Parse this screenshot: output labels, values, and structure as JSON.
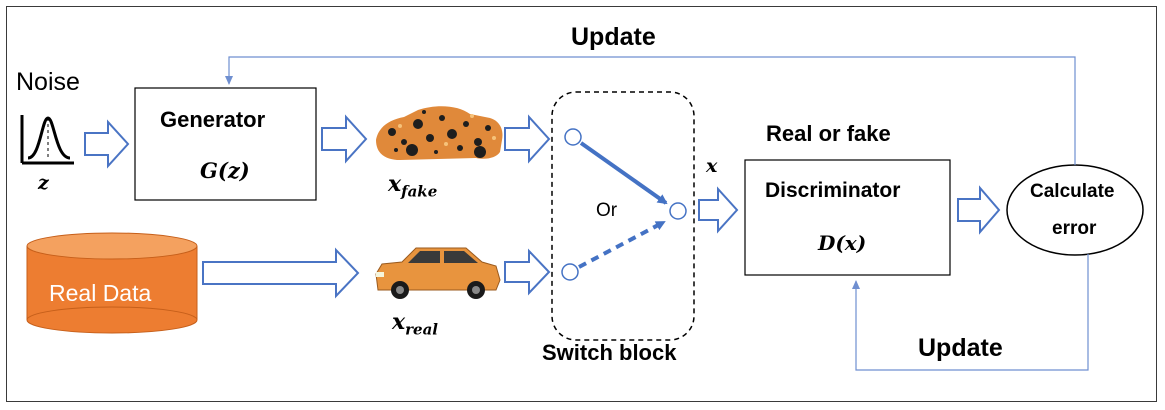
{
  "labels": {
    "noise": "Noise",
    "z": "z",
    "generator": "Generator",
    "g_of_z": "G(z)",
    "x_fake_base": "x",
    "x_fake_sub": "fake",
    "x_real_base": "x",
    "x_real_sub": "real",
    "real_data": "Real Data",
    "or": "Or",
    "x": "x",
    "switch_block": "Switch block",
    "real_or_fake": "Real or fake",
    "discriminator": "Discriminator",
    "d_of_x": "D(x)",
    "calculate": "Calculate",
    "error": "error",
    "update_top": "Update",
    "update_bottom": "Update"
  },
  "colors": {
    "arrow_stroke": "#4a74c4",
    "arrow_fill": "#ffffff",
    "cylinder": "#ed7d31",
    "cylinder_edge": "#c65f1a",
    "feedback_line": "#6f8fd0",
    "switch_arrow": "#4472c4",
    "fake_car": "#e0893a",
    "real_car": "#e8943e"
  },
  "icons": {
    "noise": "gaussian-curve-icon",
    "fake_image": "fake-car-image",
    "real_image": "real-car-image"
  }
}
